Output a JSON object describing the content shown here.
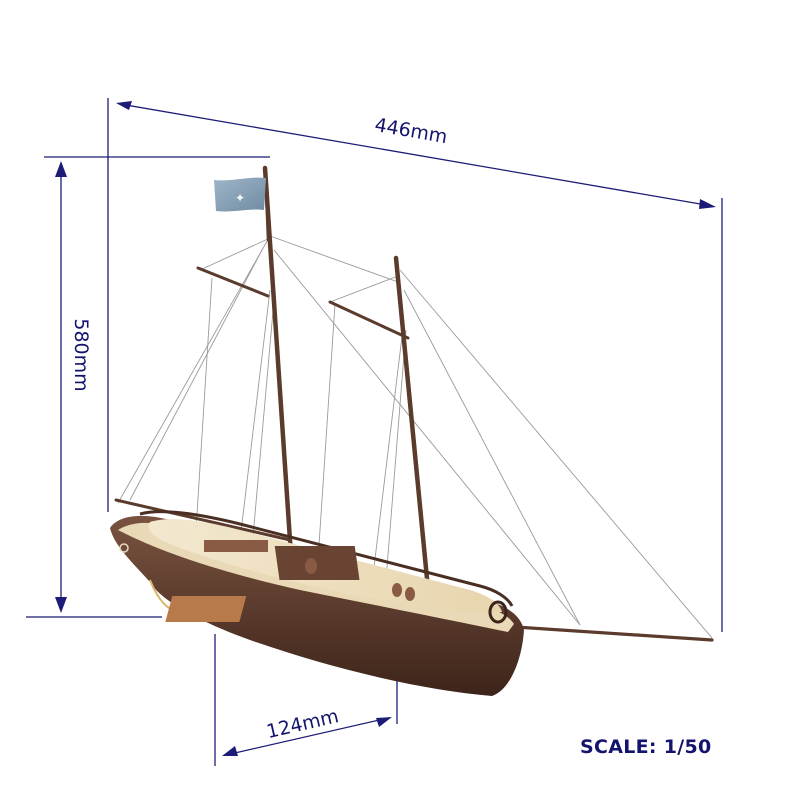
{
  "dimensions": {
    "length": "446mm",
    "height": "580mm",
    "width": "124mm"
  },
  "scale_label": "SCALE: 1/50",
  "colors": {
    "annotation": "#14146e",
    "hull_dark": "#5b3a2b",
    "hull_light": "#efe2c6",
    "mast": "#5a3b2c",
    "flag": "#8fa8bd"
  },
  "icons": {
    "flag": "flag-icon"
  }
}
